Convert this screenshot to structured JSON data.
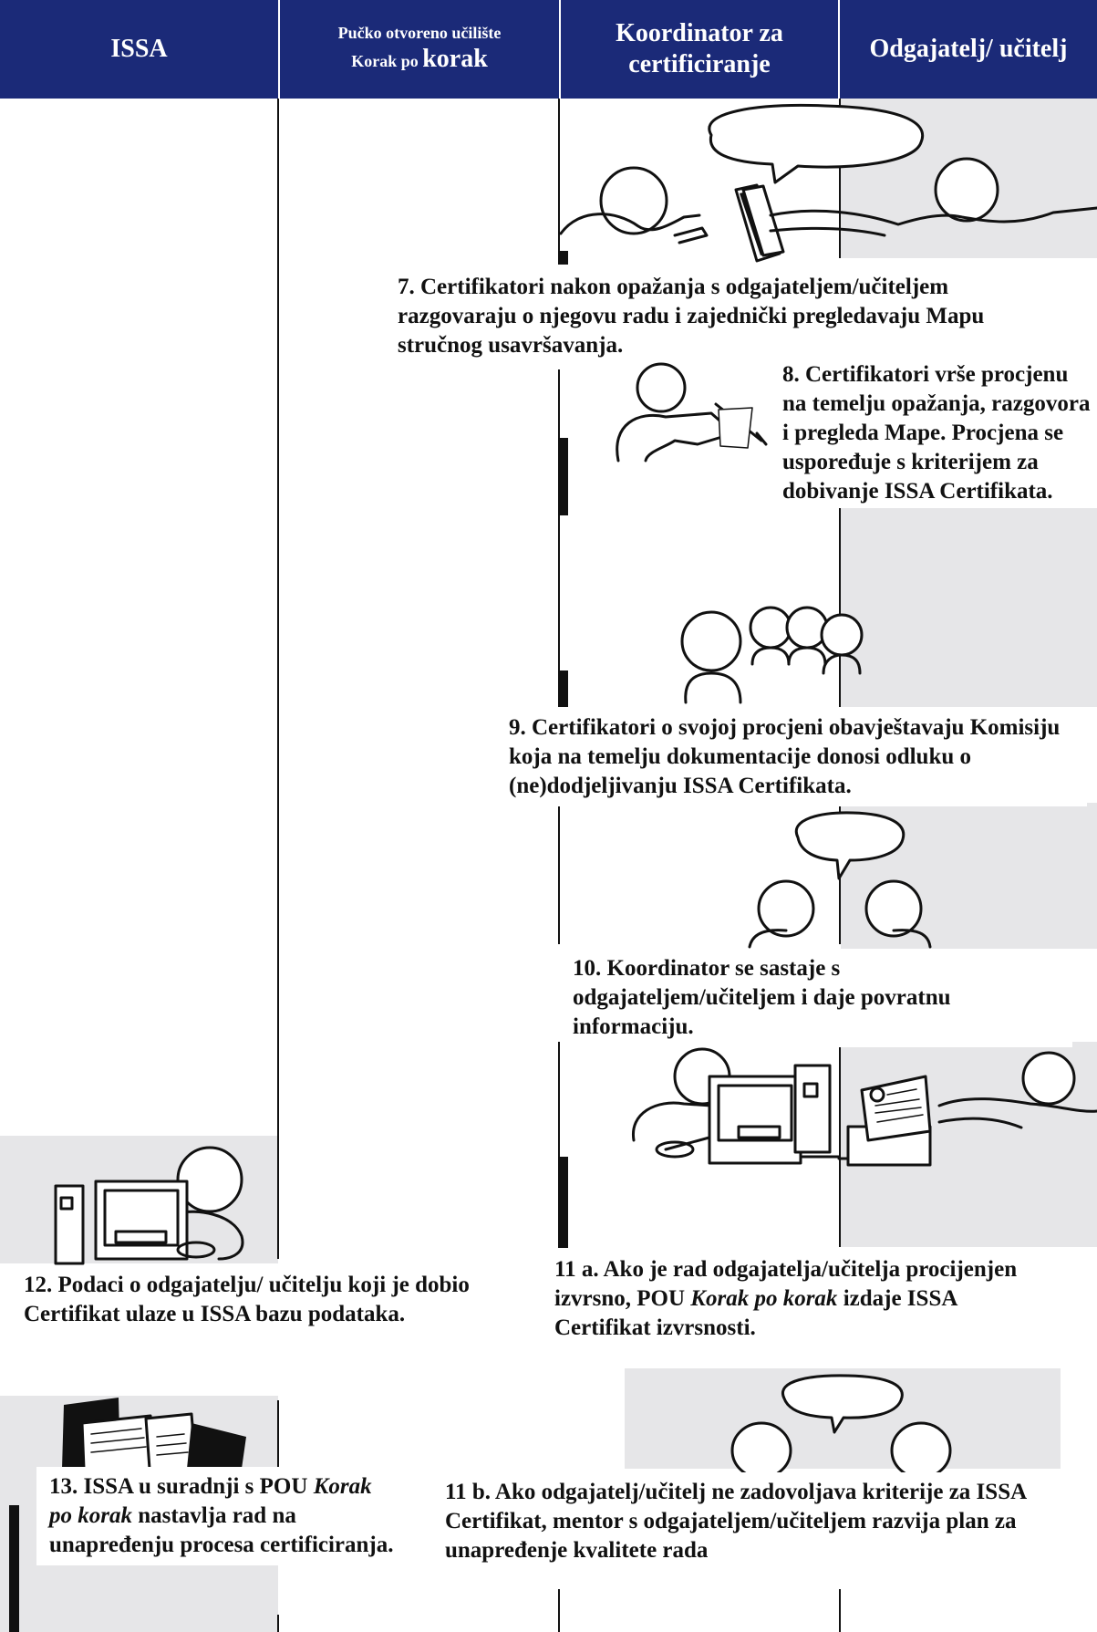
{
  "header": {
    "col1": "ISSA",
    "col2_line1": "Pučko otvoreno učilište",
    "col2_line2_prefix": "Korak po",
    "col2_line2_big": "korak",
    "col3": "Koordinator za certificiranje",
    "col4": "Odgajatelj/ učitelj"
  },
  "colors": {
    "header_bg": "#1b2a78",
    "header_text": "#ffffff",
    "shade": "#e6e6e8"
  },
  "steps": {
    "s7": "7. Certifikatori nakon opažanja s odgajateljem/učiteljem razgovaraju o njegovu radu i zajednički pregledavaju Mapu stručnog usavršavanja.",
    "s8": "8. Certifikatori vrše procjenu na temelju opažanja, razgovora i pregleda Mape. Procjena se uspoređuje s kriterijem za dobivanje ISSA Certifikata.",
    "s9": "9. Certifikatori o svojoj procjeni obavještavaju Komisiju koja na temelju dokumentacije donosi odluku o (ne)dodjeljivanju ISSA Certifikata.",
    "s10": "10. Koordinator se sastaje s odgajateljem/učiteljem i daje povratnu informaciju.",
    "s11a_pre": "11 a. Ako je rad odgajatelja/učitelja procijenjen izvrsno, POU",
    "s11a_em": "Korak po korak",
    "s11a_post": "izdaje ISSA Certifikat izvrsnosti.",
    "s11b": "11 b. Ako odgajatelj/učitelj ne zadovoljava kriterije za ISSA Certifikat, mentor s odgajateljem/učiteljem razvija plan za unapređenje kvalitete rada",
    "s12": "12. Podaci o odgajatelju/ učitelju koji je dobio Certifikat ulaze u ISSA bazu podataka.",
    "s13_pre": "13. ISSA u suradnji s POU",
    "s13_em": "Korak po korak",
    "s13_post": "nastavlja rad na unapređenju procesa certificiranja."
  },
  "icons": [
    "speech-bubble-icon",
    "person-icon",
    "folder-icon",
    "pen-icon",
    "computer-icon",
    "printer-icon",
    "certificate-icon",
    "books-icon"
  ]
}
